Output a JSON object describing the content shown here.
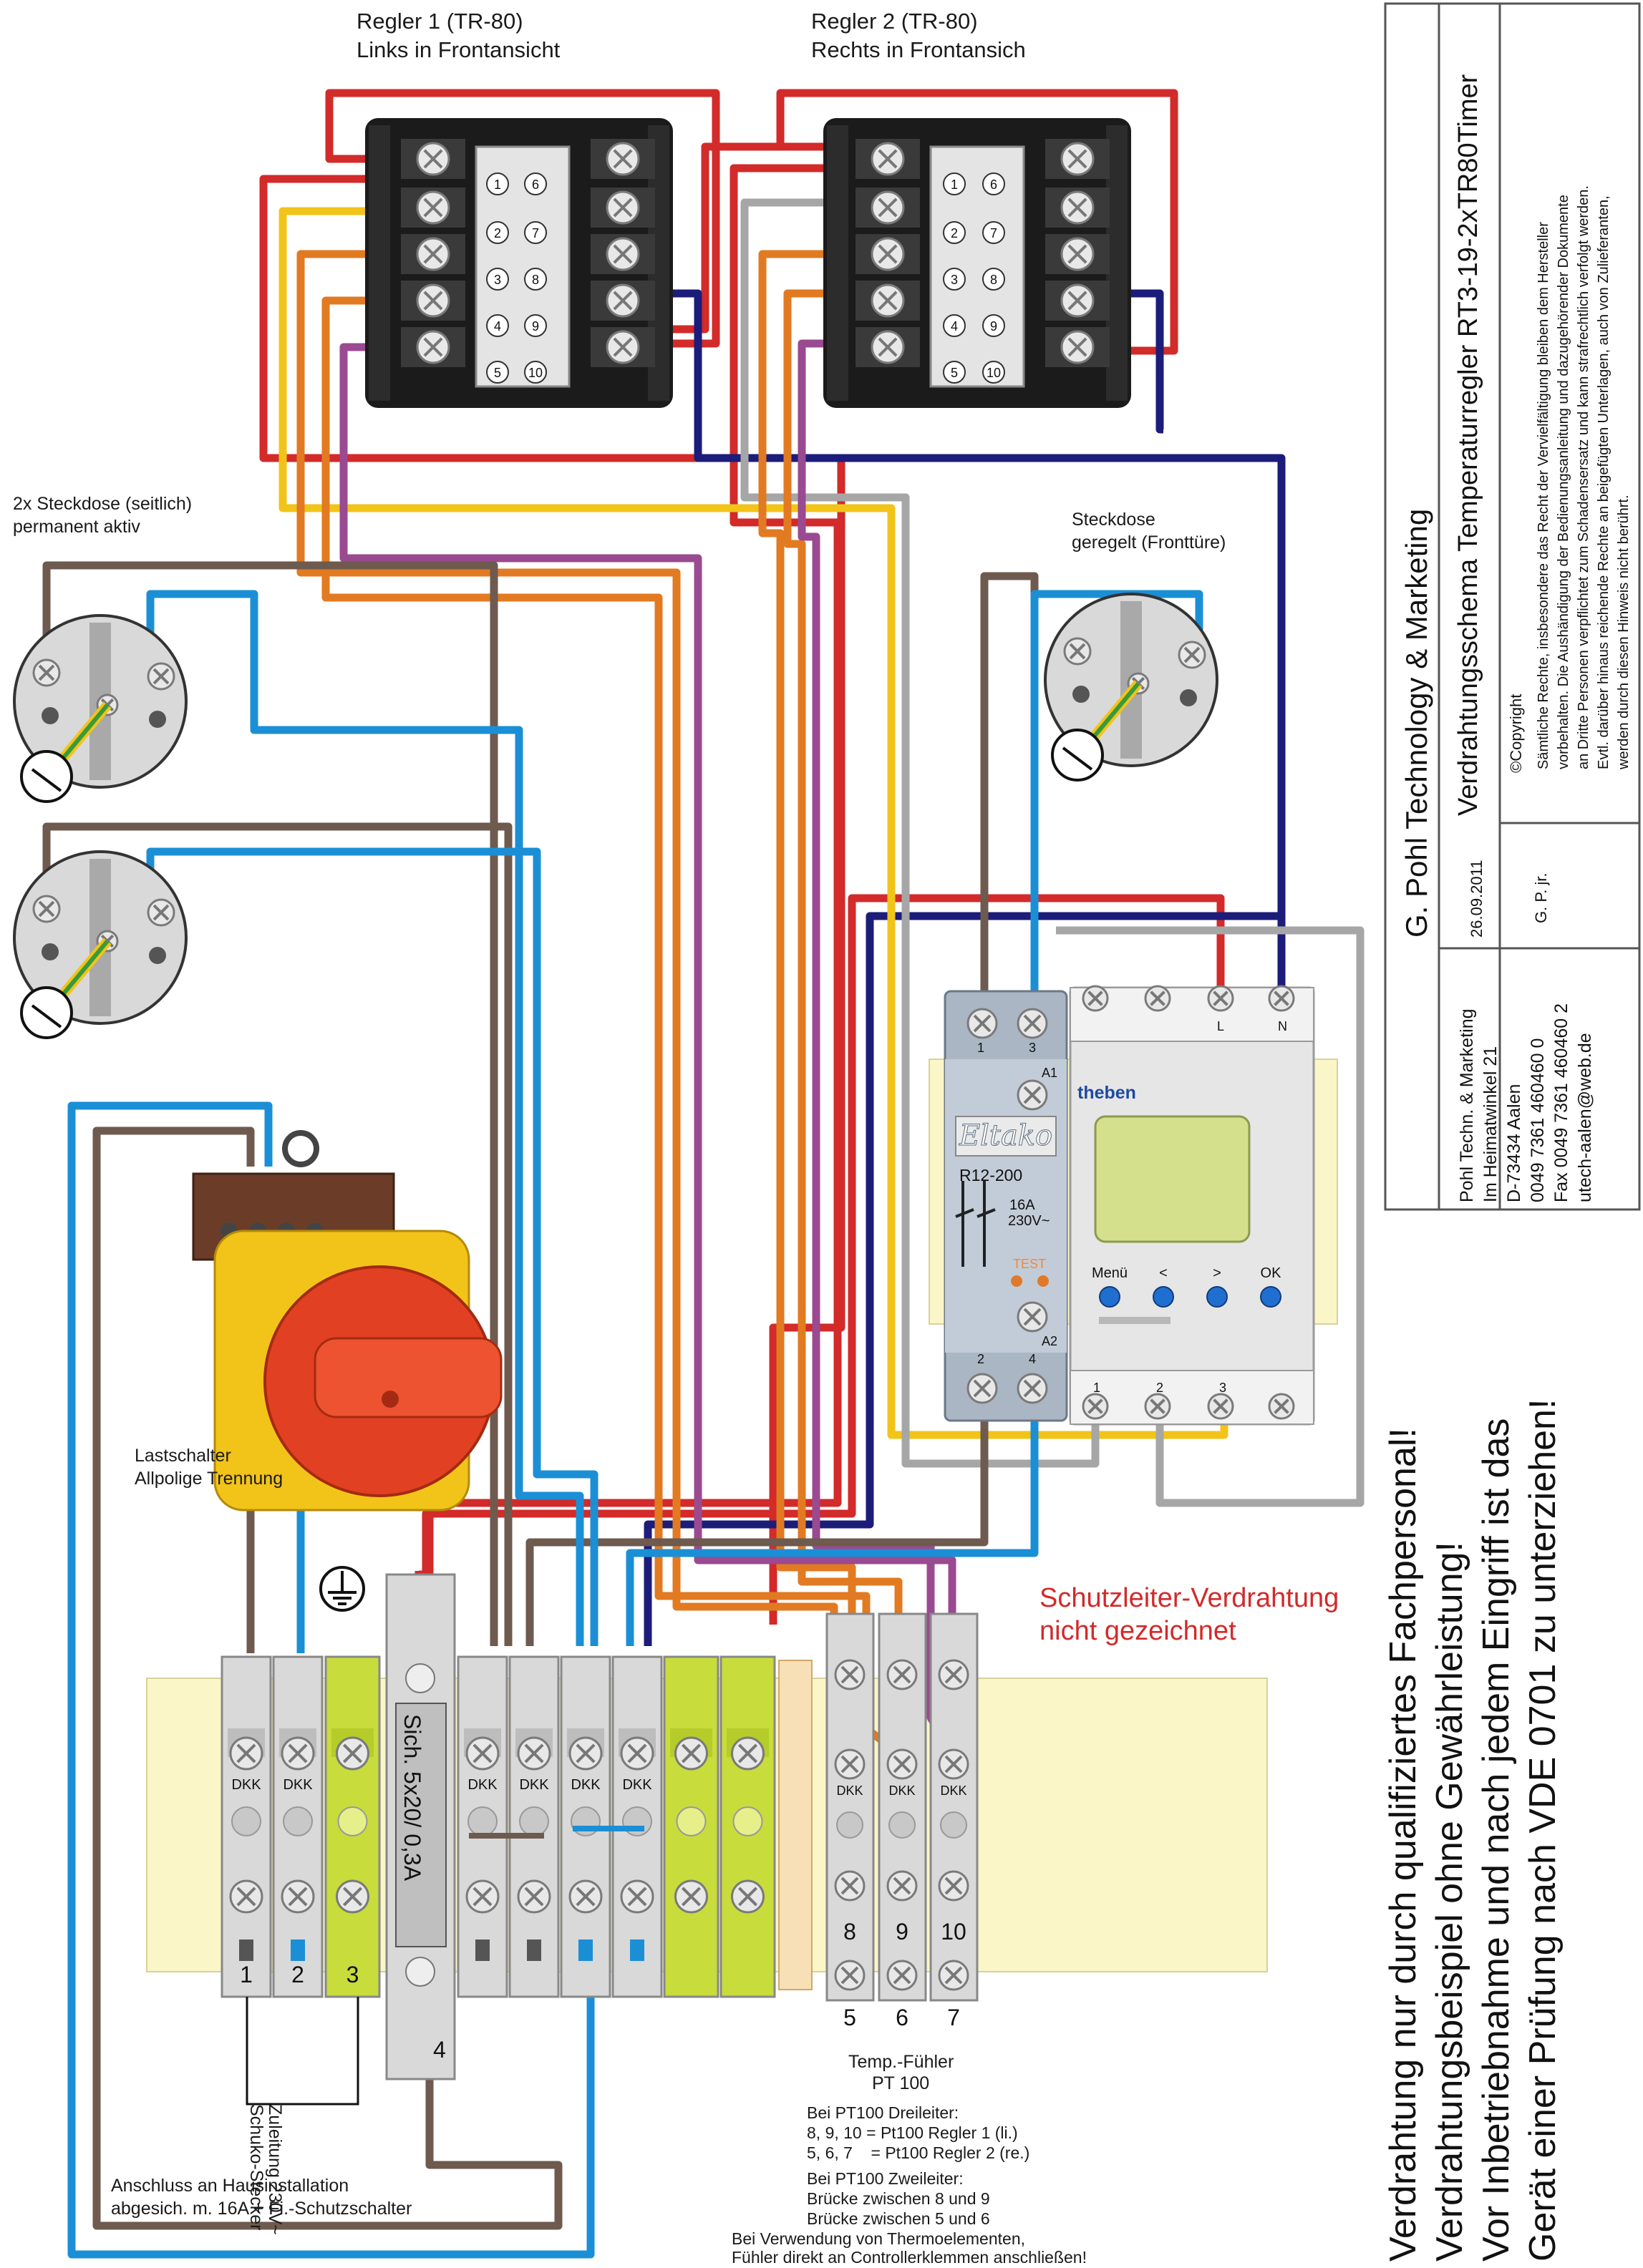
{
  "controllers": {
    "regler1": {
      "title": "Regler 1 (TR-80)",
      "subtitle": "Links in Frontansicht"
    },
    "regler2": {
      "title": "Regler 2 (TR-80)",
      "subtitle": "Rechts in Frontansich"
    },
    "terminal_numbers": [
      "1",
      "2",
      "3",
      "4",
      "5",
      "6",
      "7",
      "8",
      "9",
      "10"
    ]
  },
  "sockets": {
    "permanent_label_1": "2x Steckdose (seitlich)",
    "permanent_label_2": "permanent aktiv",
    "controlled_label_1": "Steckdose",
    "controlled_label_2": "geregelt (Fronttüre)"
  },
  "relay": {
    "brand": "Eltako",
    "model": "R12-200",
    "rating_current": "16A",
    "rating_voltage": "230V~",
    "test": "TEST",
    "terminals": [
      "1",
      "3",
      "2",
      "4"
    ],
    "a1": "A1",
    "a2": "A2"
  },
  "timer": {
    "brand": "theben",
    "buttons": [
      "Menü",
      "<",
      ">",
      "OK"
    ],
    "top_terminals": [
      "L",
      "N"
    ],
    "bottom_terminals": [
      "1",
      "2",
      "3"
    ]
  },
  "switch": {
    "label_1": "Lastschalter",
    "label_2": "Allpolige Trennung"
  },
  "fuse": {
    "label": "Sich. 5x20/ 0,3A",
    "number": "4"
  },
  "terminal_block": {
    "dkk": "DKK",
    "numbers_left": [
      "1",
      "2",
      "3"
    ],
    "numbers_sensor_top": [
      "8",
      "9",
      "10"
    ],
    "numbers_sensor_bottom": [
      "5",
      "6",
      "7"
    ]
  },
  "notes": {
    "schutzleiter_1": "Schutzleiter-Verdrahtung",
    "schutzleiter_2": "nicht gezeichnet",
    "zuleitung_1": "Zuleitung 230V~",
    "zuleitung_2": "Schuko-Stecker",
    "haus_1": "Anschluss an Hausinstallation",
    "haus_2": "abgesich. m. 16A + Fi.-Schutzschalter",
    "temp_1": "Temp.-Fühler",
    "temp_2": "PT 100",
    "pt_1": "Bei PT100 Dreileiter:",
    "pt_2": "8, 9, 10 = Pt100 Regler 1 (li.)",
    "pt_3": "5, 6, 7    = Pt100 Regler 2 (re.)",
    "pt_4": "Bei PT100 Zweileiter:",
    "pt_5": "Brücke zwischen 8 und 9",
    "pt_6": "Brücke zwischen 5 und 6",
    "pt_7": "Bei Verwendung von Thermoelementen,",
    "pt_8": "Fühler direkt an Controllerklemmen anschließen!"
  },
  "warnings": [
    "Verdrahtung nur durch qualifiziertes Fachpersonal!",
    "Verdrahtungsbeispiel ohne Gewährleistung!",
    "Vor Inbetriebnahme und nach jedem Eingriff ist das",
    "Gerät einer Prüfung nach VDE 0701 zu unterziehen!"
  ],
  "titleblock": {
    "company": "G. Pohl Technology & Marketing",
    "title": "Verdrahtungsschema Temperaturregler RT3-19-2xTR80Timer",
    "date": "26.09.2011",
    "author": "G. P. jr.",
    "address": [
      "Pohl Techn. & Marketing",
      "Im Heimatwinkel 21",
      "D-73434 Aalen",
      "0049 7361 460460 0",
      "Fax 0049 7361 460460 2",
      "utech-aalen@web.de"
    ],
    "copyright_head": "©Copyright",
    "copyright_lines": [
      "Sämtliche Rechte, insbesondere das Recht  der Vervielfältigung bleiben dem Hersteller",
      "vorbehalten. Die Aushändigung der Bedienungsanleitung und dazugehörender Dokumente",
      "an Dritte Personen verpflichtet zum Schadensersatz und kann strafrechtlich verfolgt werden.",
      "Evtl. darüber hinaus reichende Rechte an beigefügten Unterlagen, auch von Zulieferanten,",
      "werden durch diesen Hinweis nicht berührt."
    ]
  },
  "colors": {
    "wire_red": "#d32a2a",
    "wire_blue": "#1b8fd6",
    "wire_navy": "#1c1c7a",
    "wire_brown": "#6e5a4e",
    "wire_orange": "#e27a22",
    "wire_yellow": "#f2c419",
    "wire_purple": "#9a4a90",
    "wire_gray": "#a6a6a6",
    "wire_green": "#3a9a3a"
  }
}
